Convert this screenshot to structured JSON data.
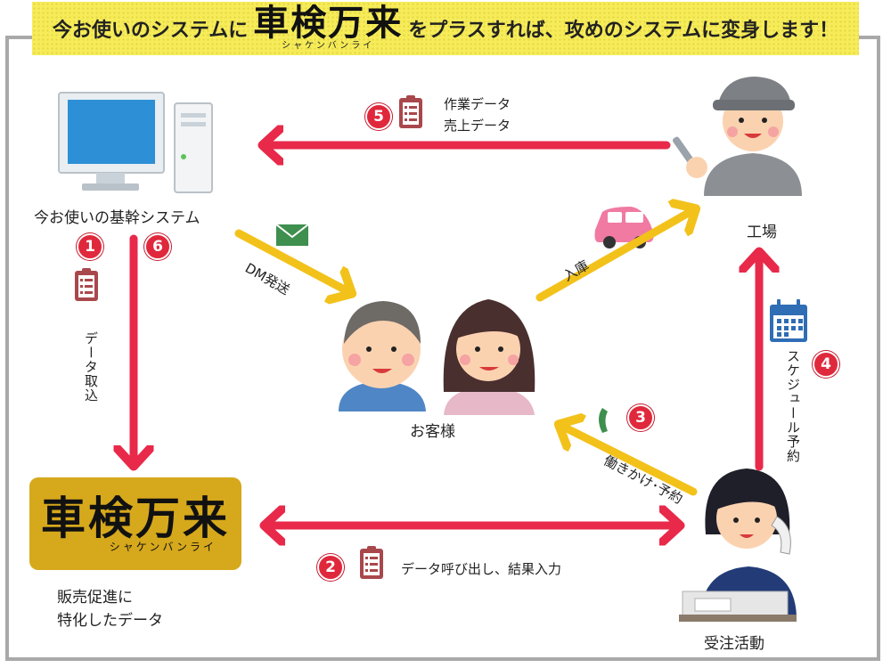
{
  "banner": {
    "text_before": "今お使いのシステムに",
    "logo": "車検万来",
    "logo_reading": "シャケンバンライ",
    "text_after": "をプラスすれば、攻めのシステムに変身します！"
  },
  "nodes": {
    "core_system": "今お使いの基幹システム",
    "factory": "工場",
    "customers": "お客様",
    "reception": "受注活動",
    "shaken_logo": "車検万来",
    "shaken_reading": "シャケンバンライ",
    "shaken_note_line1": "販売促進に",
    "shaken_note_line2": "特化したデータ"
  },
  "steps": [
    {
      "num": "1",
      "label": "データ取込"
    },
    {
      "num": "2",
      "label": "データ呼び出し、結果入力"
    },
    {
      "num": "3",
      "label": "働きかけ･予約"
    },
    {
      "num": "4",
      "label": "スケジュール予約"
    },
    {
      "num": "5",
      "label_line1": "作業データ",
      "label_line2": "売上データ"
    },
    {
      "num": "6",
      "label": ""
    }
  ],
  "flows": {
    "dm": "DM発送",
    "entry": "入庫"
  },
  "colors": {
    "red_arrow": "#e8294a",
    "yellow_arrow": "#f2c21b",
    "badge": "#e0283c",
    "banner": "#f6ec5a",
    "shaken_box": "#d6a81c",
    "clipboard": "#a9484c"
  }
}
